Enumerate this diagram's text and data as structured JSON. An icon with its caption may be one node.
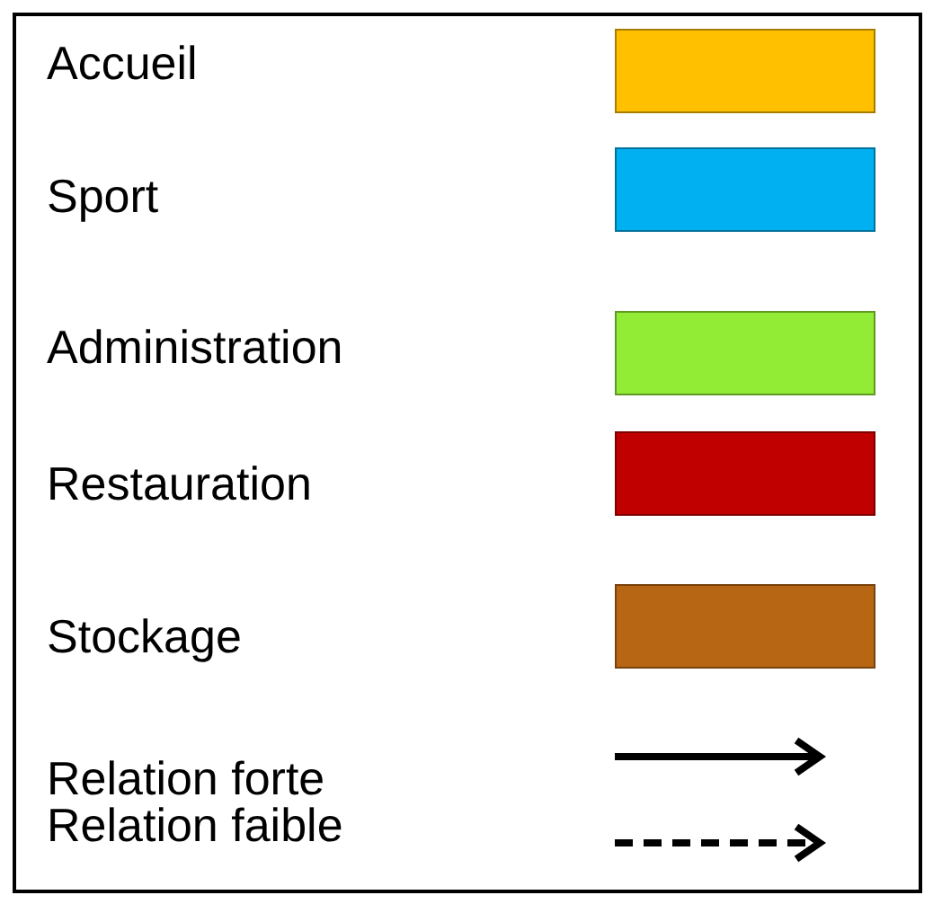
{
  "diagram": {
    "legend": [
      {
        "text": "Accueil",
        "color": "#ffc000"
      },
      {
        "text": "Sport",
        "color": "#00b0f0"
      },
      {
        "text": "Administration",
        "color": "#92eb35"
      },
      {
        "text": "Restauration",
        "color": "#c00000"
      },
      {
        "text": "Stockage",
        "color": "#b76614"
      },
      {
        "text": "Relation forte"
      },
      {
        "text": "Relation faible"
      }
    ]
  }
}
